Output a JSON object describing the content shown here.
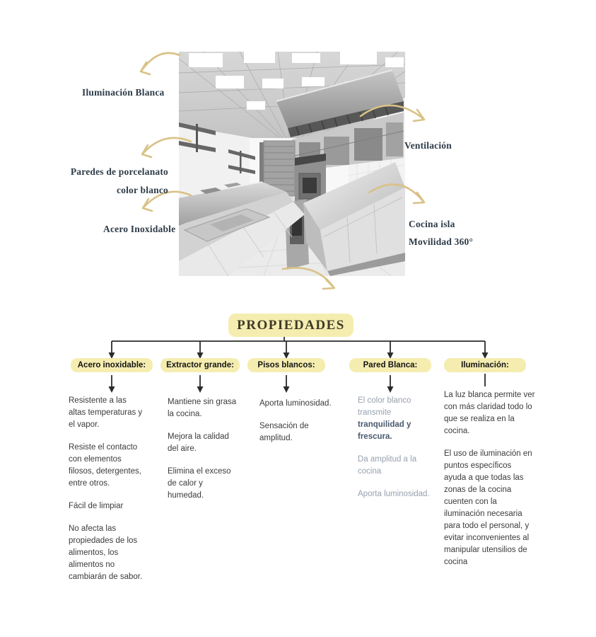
{
  "colors": {
    "accent_yellow": "#f5edb0",
    "arrow_tan": "#d9c287",
    "connector_dark": "#2b2b2b",
    "label_navy": "#2e3b47",
    "body_text": "#3b3b3b",
    "muted_blue_gray": "#97a1ae",
    "muted_blue_dark": "#4a5a70"
  },
  "annotations": {
    "iluminacion_blanca": "Iluminación Blanca",
    "paredes": "Paredes de porcelanato\ncolor blanco",
    "acero": "Acero Inoxidable",
    "ventilacion": "Ventilación",
    "cocina_isla": "Cocina isla\nMovilidad 360°"
  },
  "diagram": {
    "title": "PROPIEDADES",
    "columns": [
      {
        "header": "Acero inoxidable:",
        "paragraphs": [
          "Resistente a las\naltas temperaturas y\nel vapor.",
          "Resiste el contacto\ncon elementos\nfilosos, detergentes,\nentre otros.",
          "Fácil de limpiar",
          "No afecta las\npropiedades de los\nalimentos, los\nalimentos no\ncambiarán de sabor."
        ]
      },
      {
        "header": "Extractor grande:",
        "paragraphs": [
          "Mantiene sin grasa\nla cocina.",
          "Mejora la calidad\ndel aire.",
          "Elimina el exceso\nde calor y\nhumedad."
        ]
      },
      {
        "header": "Pisos blancos:",
        "paragraphs": [
          "Aporta luminosidad.",
          "Sensación de\namplitud."
        ]
      },
      {
        "header": "Pared Blanca:",
        "p1_light": "El color blanco\ntransmite",
        "p1_emphasis": "tranquilidad y\nfrescura.",
        "p2": "Da amplitud a la\ncocina",
        "p3": "Aporta luminosidad."
      },
      {
        "header": "Iluminación:",
        "paragraphs": [
          "La luz blanca permite ver\ncon más claridad todo lo\nque se realiza en la\ncocina.",
          "El uso de iluminación en\npuntos específicos\nayuda a que todas las\nzonas de la cocina\ncuenten con la\niluminación necesaria\npara todo el personal, y\nevitar inconvenientes al\nmanipular utensilios de\ncocina"
        ]
      }
    ]
  }
}
